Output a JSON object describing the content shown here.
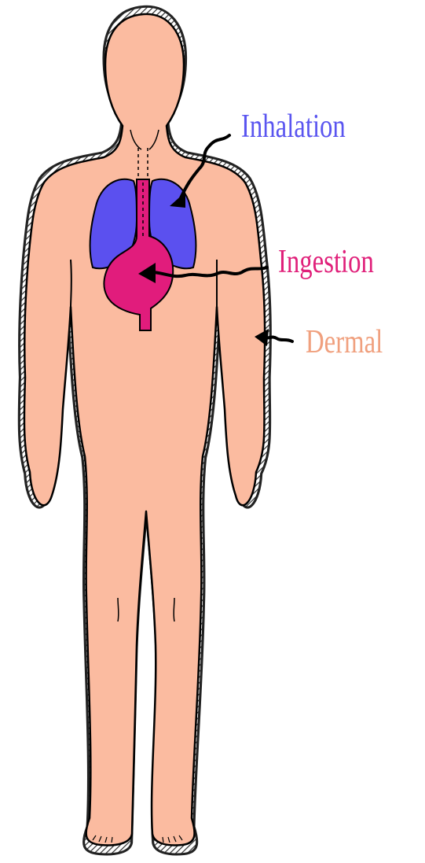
{
  "labels": {
    "inhalation": "Inhalation",
    "ingestion": "Ingestion",
    "dermal": "Dermal"
  },
  "colors": {
    "inhalation": "#5a55f0",
    "ingestion": "#e0207a",
    "dermal": "#f0a07e",
    "skin": "#fbbba0",
    "lungs": "#5b50ef",
    "stomach": "#e11c7c",
    "outline": "#000000",
    "shadow": "#555555"
  }
}
